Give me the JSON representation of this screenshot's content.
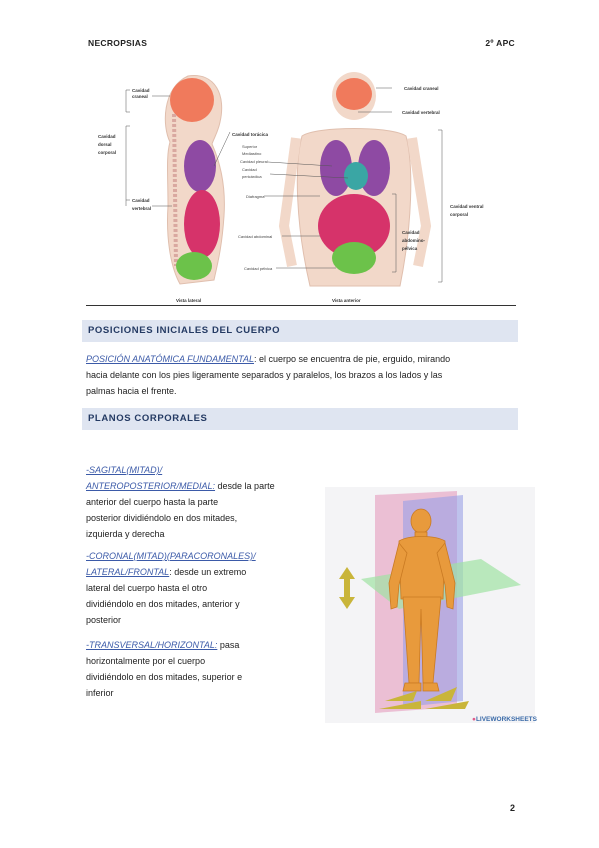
{
  "header": {
    "left": "NECROPSIAS",
    "right": "2º APC"
  },
  "figure1": {
    "labels": {
      "cavidad_craneal_left": [
        "Cavidad",
        "craneal"
      ],
      "cavidad_dorsal": [
        "Cavidad",
        "dorsal",
        "corporal"
      ],
      "cavidad_vertebral_left": [
        "Cavidad",
        "vertebral"
      ],
      "cavidad_toracica": "Cavidad torácica",
      "superior_mediastino": [
        "Superior",
        "Mediastino"
      ],
      "cavidad_pleural": "Cavidad pleural",
      "cavidad_pericardica": [
        "Cavidad",
        "pericárdica"
      ],
      "diafragma": "Diafragma",
      "cavidad_abdominal": "Cavidad abdominal",
      "cavidad_pelvica": "Cavidad pélvica",
      "cavidad_craneal_right": "Cavidad craneal",
      "cavidad_vertebral_right": "Cavidad vertebral",
      "cavidad_ventral": [
        "Cavidad ventral",
        "corporal"
      ],
      "cavidad_abdominopelvica": [
        "Cavidad",
        "abdomino-",
        "pélvica"
      ]
    },
    "caption_left": "Vista lateral",
    "caption_right": "Vista anterior"
  },
  "section1": {
    "title": "POSICIONES INICIALES DEL CUERPO",
    "term": "POSICIÓN ANATÓMICA FUNDAMENTAL",
    "lines": [
      ": el cuerpo se encuentra de pie, erguido, mirando",
      "hacia delante con los pies ligeramente separados y paralelos, los brazos a los lados y las",
      "palmas hacia el frente."
    ]
  },
  "section2": {
    "title": "PLANOS CORPORALES",
    "items": [
      {
        "term1": "-SAGITAL(MITAD)/",
        "term2": "ANTEROPOSTERIOR/MEDIAL:",
        "rest2": " desde la parte",
        "lines": [
          "anterior del cuerpo hasta la parte",
          "posterior dividiéndolo en dos mitades,",
          "izquierda y derecha"
        ]
      },
      {
        "term1": "-CORONAL(MITAD)(PARACORONALES)/",
        "term2": "LATERAL/FRONTAL",
        "rest2": ": desde un extremo",
        "lines": [
          "lateral del cuerpo hasta el otro",
          "dividiéndolo en dos mitades, anterior y",
          "posterior"
        ]
      },
      {
        "term1": "-TRANSVERSAL/HORIZONTAL:",
        "rest1": " pasa",
        "lines": [
          "horizontalmente por el cuerpo",
          "dividiéndolo en dos mitades, superior e",
          "inferior"
        ]
      }
    ]
  },
  "watermark": "LIVEWORKSHEETS",
  "page_number": "2",
  "colors": {
    "band": "#dfe5f1",
    "band_text": "#243a63",
    "link": "#3b5aa8"
  }
}
